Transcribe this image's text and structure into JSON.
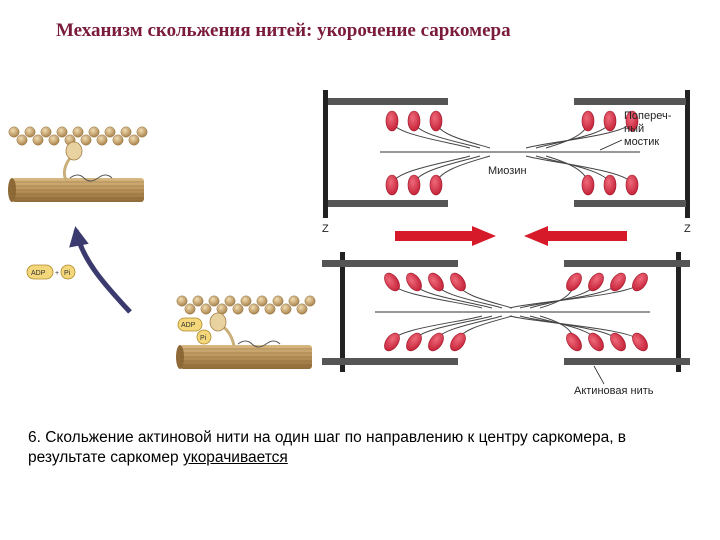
{
  "title": "Механизм скольжения нитей: укорочение саркомера",
  "labels": {
    "cross_bridge_line1": "Попереч-",
    "cross_bridge_line2": "ный",
    "cross_bridge_line3": "мостик",
    "myosin": "Миозин",
    "z_left": "Z",
    "z_right": "Z",
    "actin": "Актиновая нить",
    "adp": "ADP",
    "pi": "Pi",
    "plus": "+"
  },
  "caption": {
    "text": "6. Скольжение актиновой нити на один шаг по направлению к центру саркомера, в результате саркомер ",
    "underlined": "укорачивается"
  },
  "colors": {
    "title": "#7a1a3c",
    "head": "#d8344a",
    "arrow": "#d71a2a",
    "filament": "#555555",
    "bead": "#c9a466",
    "bundle": "#b9935a",
    "curved_arrow": "#3a3a6e"
  }
}
